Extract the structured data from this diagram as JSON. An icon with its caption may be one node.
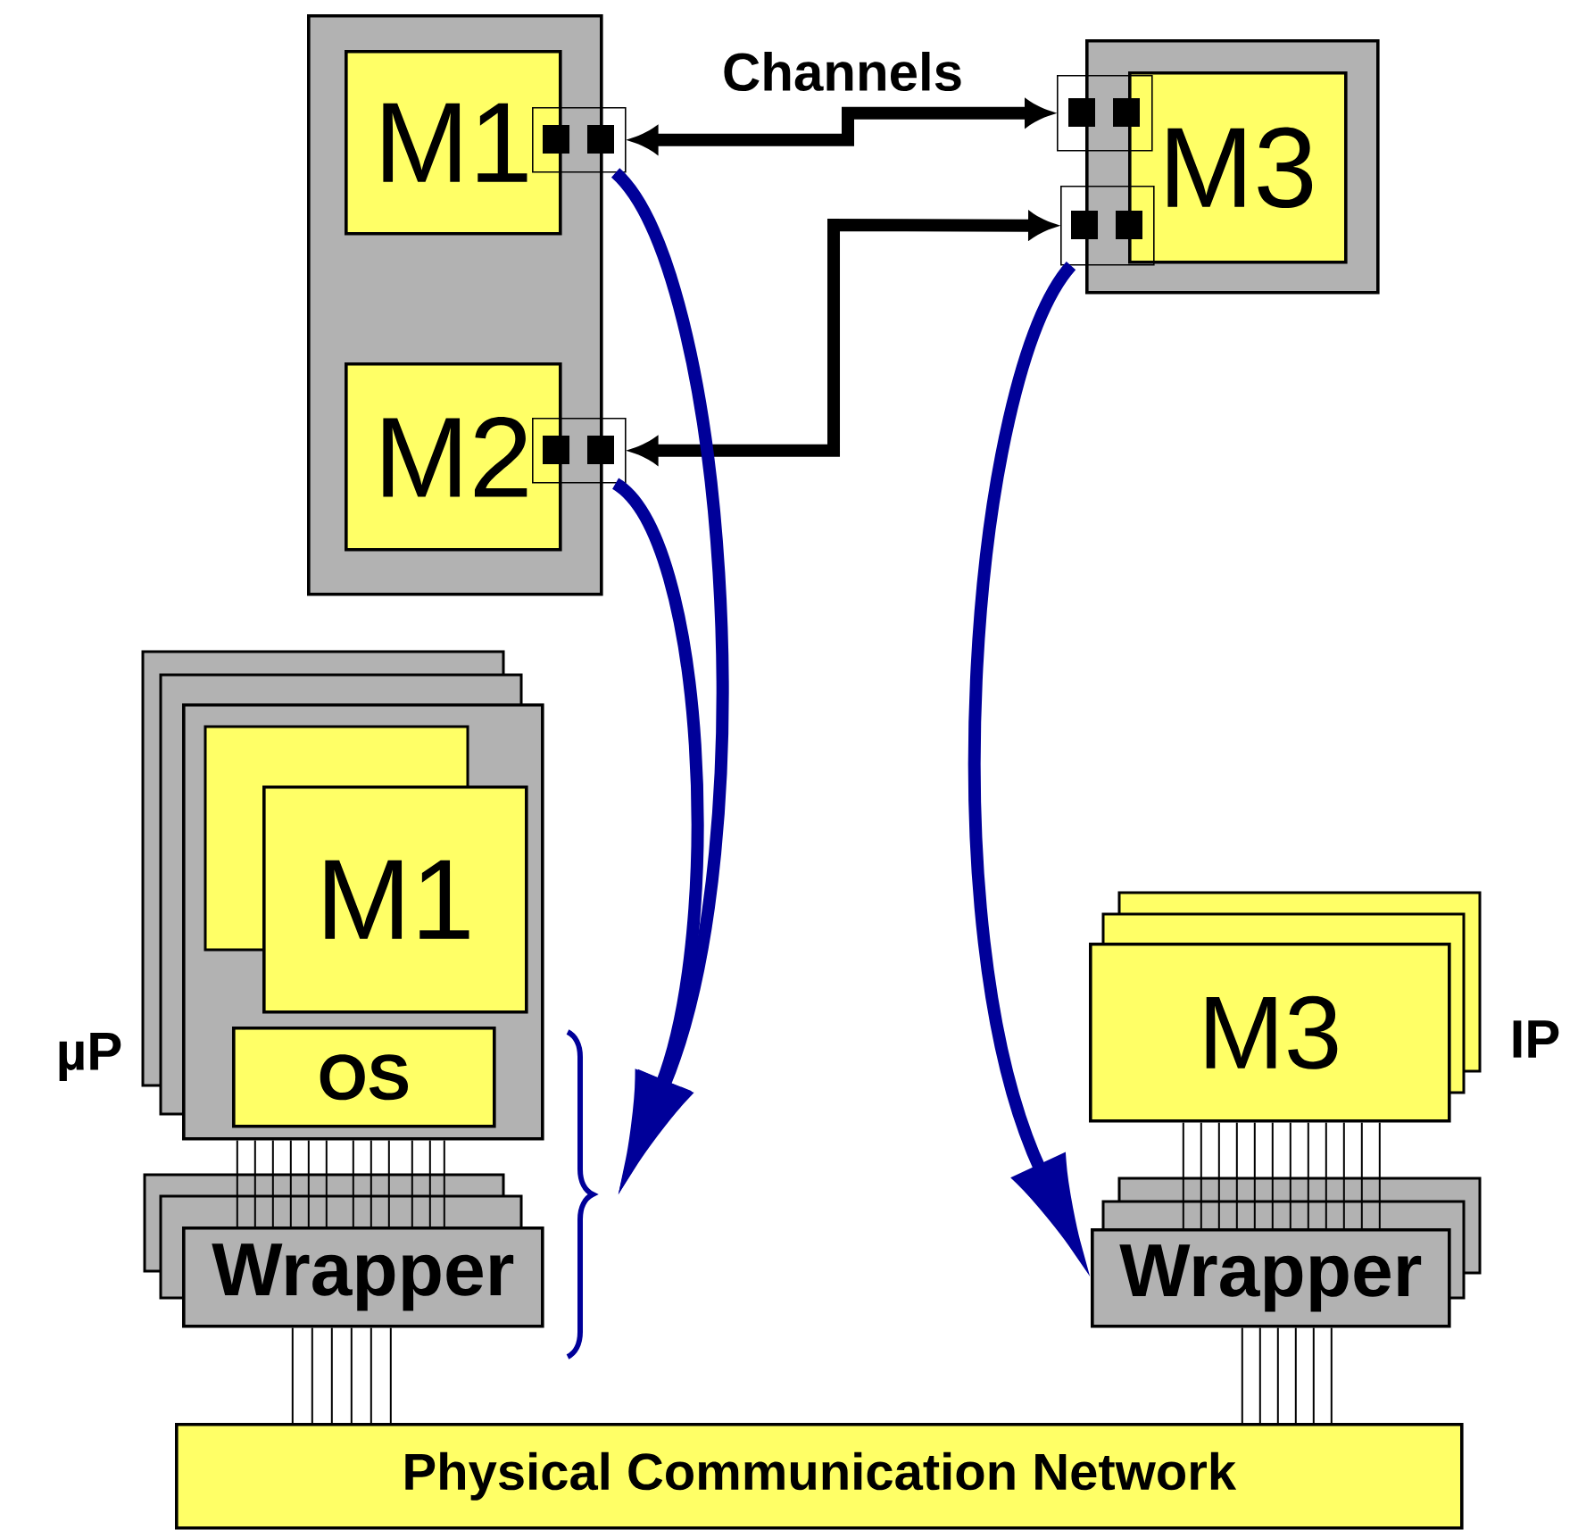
{
  "diagram": {
    "nodes": [
      {
        "text": [],
        "shape": "box"
      },
      {
        "text": [
          "M1"
        ],
        "in": 0
      },
      {
        "text": [
          "M2"
        ],
        "in": 0
      },
      {
        "text": [],
        "shape": "box"
      },
      {
        "text": [],
        "shape": "box"
      },
      {
        "text": [],
        "shape": "box"
      },
      {
        "text": [
          "M3"
        ],
        "in": 5
      },
      {
        "text": [],
        "shape": "box"
      },
      {
        "text": [],
        "shape": "box"
      },
      {
        "text": [],
        "shape": "box",
        "beside": [
          "µP"
        ]
      },
      {
        "text": [
          "M1"
        ],
        "in": 9
      },
      {
        "text": [
          "OS"
        ],
        "in": 9
      },
      {
        "text": [
          "Wrapper"
        ]
      },
      {
        "text": [
          "M3"
        ],
        "beside": [
          "IP"
        ]
      },
      {
        "text": [
          "Wrapper"
        ]
      },
      {
        "text": [
          "Physical Communication Network"
        ]
      }
    ],
    "edges": [
      {
        "from": 3,
        "to": 7,
        "arrow": "both"
      },
      {
        "from": 4,
        "to": 8,
        "arrow": "both"
      },
      {
        "from": 3,
        "to": null,
        "arrow": "to",
        "color": "#000099"
      },
      {
        "from": 4,
        "to": null,
        "arrow": "to",
        "color": "#000099"
      },
      {
        "from": 8,
        "to": 14,
        "arrow": "to",
        "color": "#000099"
      },
      {
        "from": 9,
        "to": 12,
        "arrow": "none"
      },
      {
        "from": 12,
        "to": 15,
        "arrow": "none"
      },
      {
        "from": 13,
        "to": 14,
        "arrow": "none"
      },
      {
        "from": 14,
        "to": 15,
        "arrow": "none"
      }
    ],
    "labels": [
      "Channels"
    ]
  }
}
